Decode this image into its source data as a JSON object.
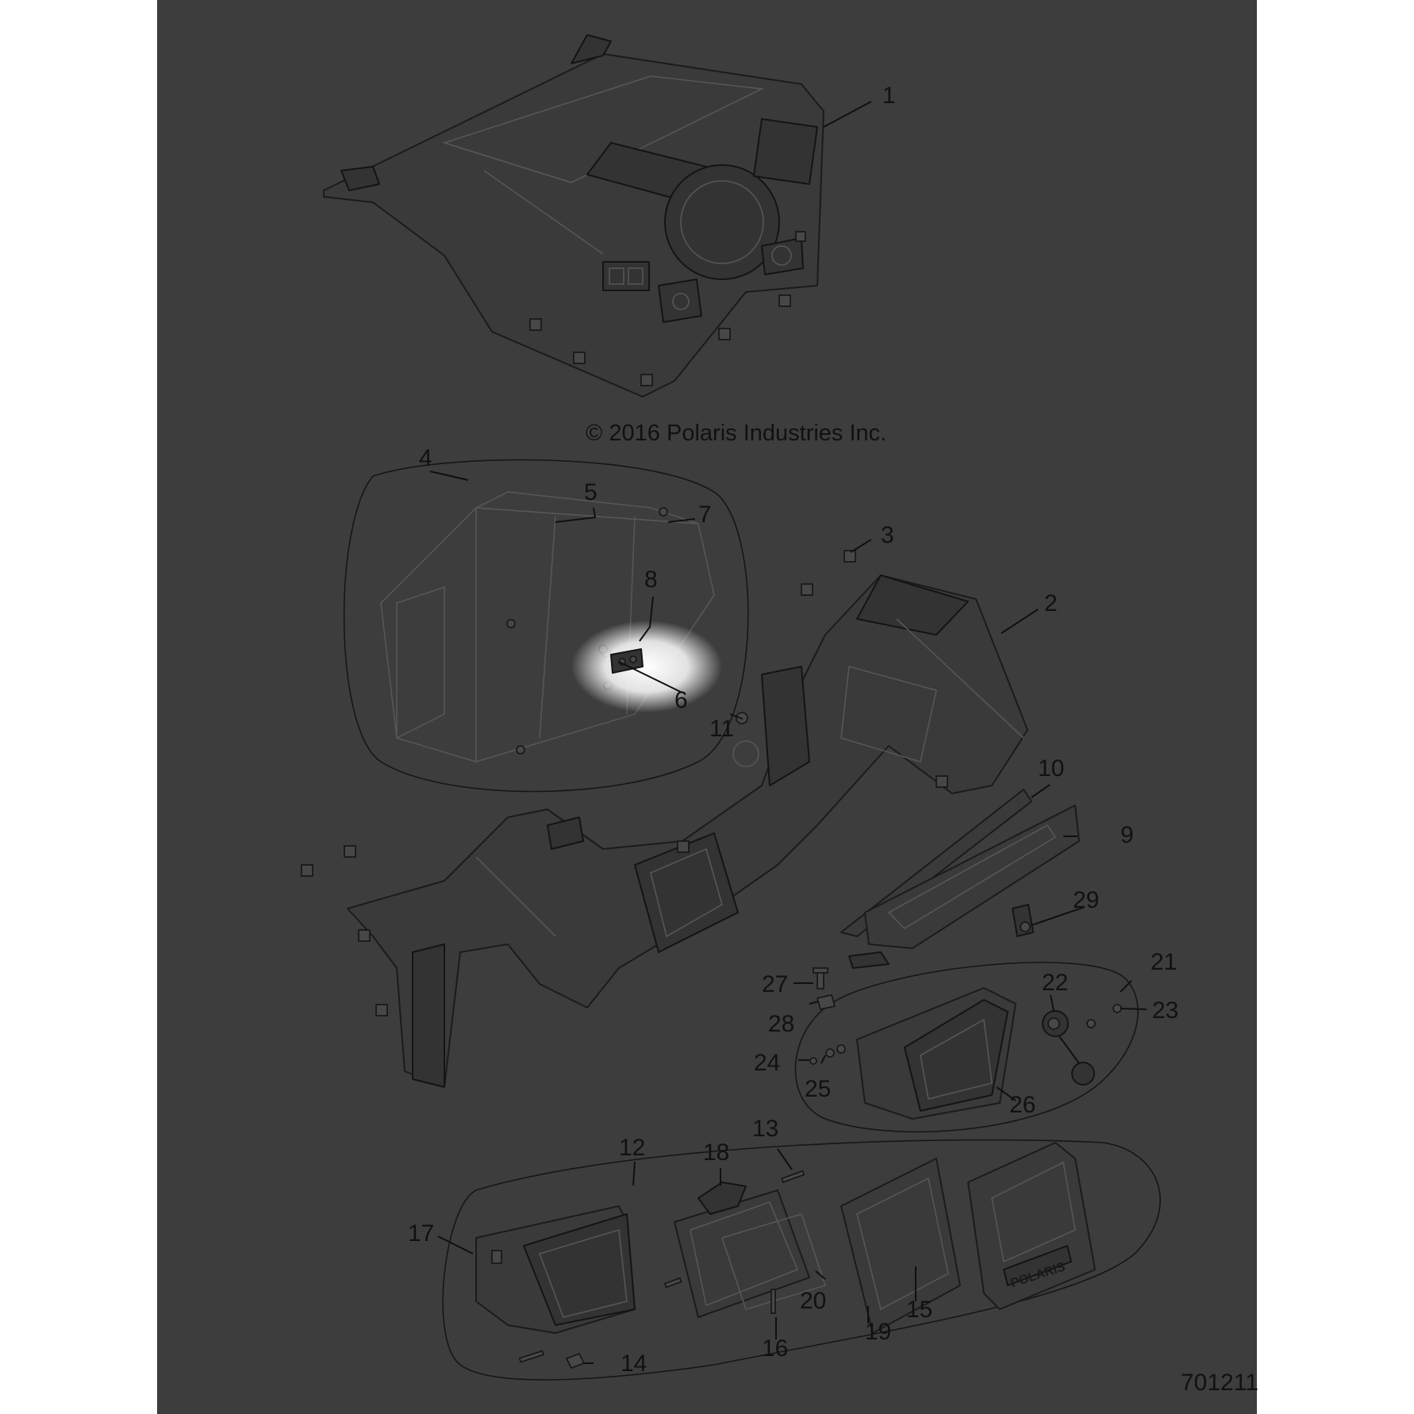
{
  "copyright": "© 2016 Polaris Industries Inc.",
  "figure_number": "701211",
  "logo_text": "POLARIS",
  "colors": {
    "background": "#3d3d3d",
    "line": "#151515",
    "highlight": "#ffffff"
  },
  "callouts": [
    "1",
    "2",
    "3",
    "4",
    "5",
    "6",
    "7",
    "8",
    "9",
    "10",
    "11",
    "12",
    "13",
    "14",
    "15",
    "16",
    "17",
    "18",
    "19",
    "20",
    "21",
    "22",
    "23",
    "24",
    "25",
    "26",
    "27",
    "28",
    "29"
  ],
  "highlighted_callout": "6"
}
